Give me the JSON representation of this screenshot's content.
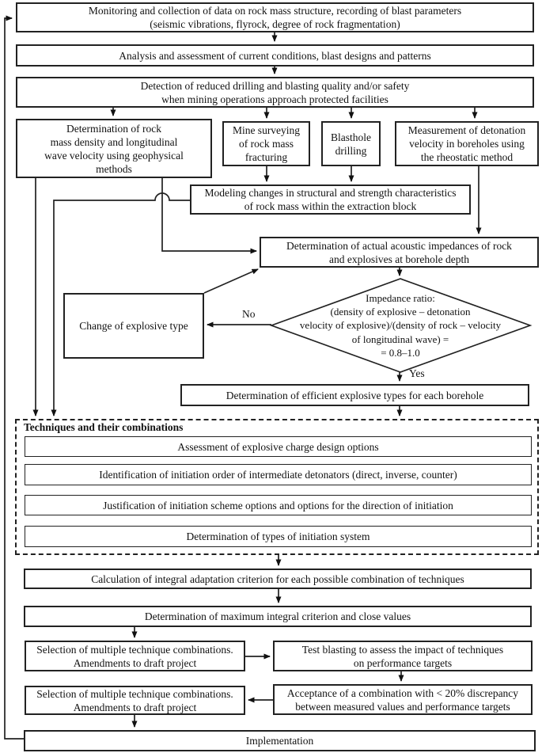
{
  "labels": {
    "no": "No",
    "yes": "Yes",
    "group_title": "Techniques and their combinations"
  },
  "nodes": {
    "monitoring": {
      "text": "Monitoring and collection of data on rock mass structure, recording of blast parameters\n(seismic vibrations, flyrock, degree of rock fragmentation)"
    },
    "analysis": {
      "text": "Analysis and assessment of current conditions, blast designs and patterns"
    },
    "detection": {
      "text": "Detection of reduced drilling and blasting quality and/or safety\nwhen mining operations approach protected facilities"
    },
    "rock_density": {
      "text": "Determination of rock\nmass density and longitudinal\nwave velocity using geophysical\nmethods"
    },
    "mine_survey": {
      "text": "Mine surveying\nof rock mass\nfracturing"
    },
    "blasthole": {
      "text": "Blasthole\ndrilling"
    },
    "detonation": {
      "text": "Measurement of detonation\nvelocity in boreholes using\nthe rheostatic method"
    },
    "modeling": {
      "text": "Modeling changes in structural and strength characteristics\nof rock mass within the extraction block"
    },
    "impedances": {
      "text": "Determination of actual acoustic impedances of rock\nand explosives at borehole depth"
    },
    "decision": {
      "text": "Impedance ratio:\n(density of explosive – detonation\nvelocity of explosive)/(density of rock – velocity\nof longitudinal wave) =\n= 0.8–1.0"
    },
    "change_explosive": {
      "text": "Change of explosive type"
    },
    "efficient": {
      "text": "Determination of efficient explosive types for each borehole"
    },
    "assessment": {
      "text": "Assessment of explosive charge design options"
    },
    "identification": {
      "text": "Identification of initiation order of intermediate detonators (direct, inverse, counter)"
    },
    "justification": {
      "text": "Justification of initiation scheme options and options for the direction of initiation"
    },
    "init_system": {
      "text": "Determination of types of initiation system"
    },
    "calculation": {
      "text": "Calculation of integral adaptation criterion for each possible combination of techniques"
    },
    "max_criterion": {
      "text": "Determination of maximum integral criterion and close values"
    },
    "selection1": {
      "text": "Selection of multiple technique combinations.\nAmendments to draft project"
    },
    "test_blasting": {
      "text": "Test blasting to assess the impact of techniques\non performance targets"
    },
    "selection2": {
      "text": "Selection of multiple technique combinations.\nAmendments to draft project"
    },
    "acceptance": {
      "text": "Acceptance of a combination with < 20% discrepancy\nbetween measured values and performance targets"
    },
    "implementation": {
      "text": "Implementation"
    }
  }
}
